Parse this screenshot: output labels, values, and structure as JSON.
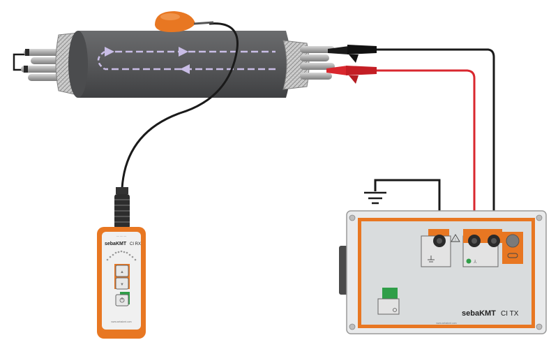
{
  "receiver": {
    "brand_text": "sebaKMT",
    "model_text": "CI RX",
    "footer_text": "www.sebakmt.com",
    "body_color": "#e87722"
  },
  "transmitter": {
    "brand_text": "sebaKMT",
    "model_text": "CI TX",
    "footer_text": "www.sebakmt.com",
    "panel_color": "#d9dcdd",
    "accent_color": "#e87722"
  },
  "cable": {
    "jacket_color": "#58595b",
    "arrow_color": "#c9bde6"
  },
  "leads": {
    "black_color": "#1a1a1a",
    "red_color": "#d9272e"
  },
  "icons": {
    "ground": "ground-symbol-icon",
    "warning": "warning-triangle-icon",
    "lamp": "indicator-lamp-icon",
    "power": "power-icon"
  }
}
